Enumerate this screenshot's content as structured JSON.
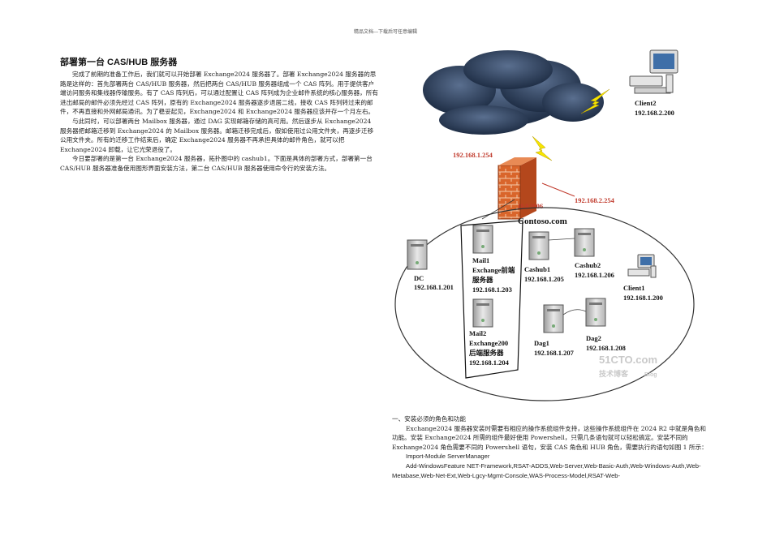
{
  "header": "精品文档---下载后可任意编辑",
  "title": "部署第一台 CAS/HUB 服务器",
  "left_paragraphs": [
    "完成了前期的准备工作后，我们就可以开始部署 Exchange2024 服务器了。部署 Exchange2024 服务器的思路是这样的：首先部署两台 CAS/HUB 服务器，然后把两台 CAS/HUB 服务器组成一个 CAS 阵列。用于提供客户端访问服务和集线器传输服务。有了 CAS 阵列后，可以通过配置让 CAS 阵列成为企业邮件系统的核心服务器，所有进出邮局的邮件必须先经过 CAS 阵列，原有的 Exchange2024 服务器逐步退居二线，接收 CAS 阵列转过来的邮件，不再直接和外网邮局通讯。为了稳妥起见，Exchange2024 和 Exchange2024 服务器应该并存一个月左右。",
    "与此同时，可以部署两台 Mailbox 服务器，通过 DAG 实现邮箱存储的高可用。然后逐步从 Exchange2024 服务器把邮箱迁移到 Exchange2024 的 Mailbox 服务器。邮箱迁移完成后，假如使用过公用文件夹，再逐步迁移公用文件夹。所有的迁移工作结束后，确定 Exchange2024 服务器不再承担具体的邮件角色，就可以把 Exchange2024 卸载，让它光荣退役了。",
    "今日要部署的是第一台 Exchange2024 服务器，拓扑图中的 cashub1。下面是具体的部署方式，部署第一台 CAS/HUB 服务器准备使用图形界面安装方法，第二台 CAS/HUB 服务器使用命令行的安装方法。"
  ],
  "diagram": {
    "client2": [
      "Client2",
      "192.168.2.200"
    ],
    "ip_254_1": "192.168.1.254",
    "ip_254_2": "192.168.2.254",
    "isa": "ISA2006",
    "domain": "Contoso.com",
    "dc": [
      "DC",
      "192.168.1.201"
    ],
    "mail1": [
      "Mail1",
      "Exchange前端",
      "服务器",
      "192.168.1.203"
    ],
    "mail2": [
      "Mail2",
      "Exchange200",
      "后端服务器",
      "192.168.1.204"
    ],
    "cashub1": [
      "Cashub1",
      "192.168.1.205"
    ],
    "cashub2": [
      "Cashub2",
      "192.168.1.206"
    ],
    "client1": [
      "Client1",
      "192.168.1.200"
    ],
    "dag1": [
      "Dag1",
      "192.168.1.207"
    ],
    "dag2": [
      "Dag2",
      "192.168.1.208"
    ],
    "watermark": [
      "51CTO.com",
      "技术博客",
      "Blog"
    ]
  },
  "right": {
    "heading": "一、安装必须的角色和功能",
    "p1": "Exchange2024 服务器安装时需要有相应的操作系统组件支持，这些操作系统组件在 2024 R2 中就是角色和功能。安装 Exchange2024 所需的组件最好使用 Powershell，只需几条语句就可以轻松搞定。安装不同的 Exchange2024 角色需要不同的 Powershell 语句，安装 CAS 角色和 HUB 角色，需要执行的语句如图 1 所示：",
    "cmd1": "Import-Module ServerManager",
    "cmd2": "Add-WindowsFeature NET-Framework,RSAT-ADDS,Web-Server,Web-Basic-Auth,Web-Windows-Auth,Web-Metabase,Web-Net-Ext,Web-Lgcy-Mgmt-Console,WAS-Process-Model,RSAT-Web-"
  }
}
